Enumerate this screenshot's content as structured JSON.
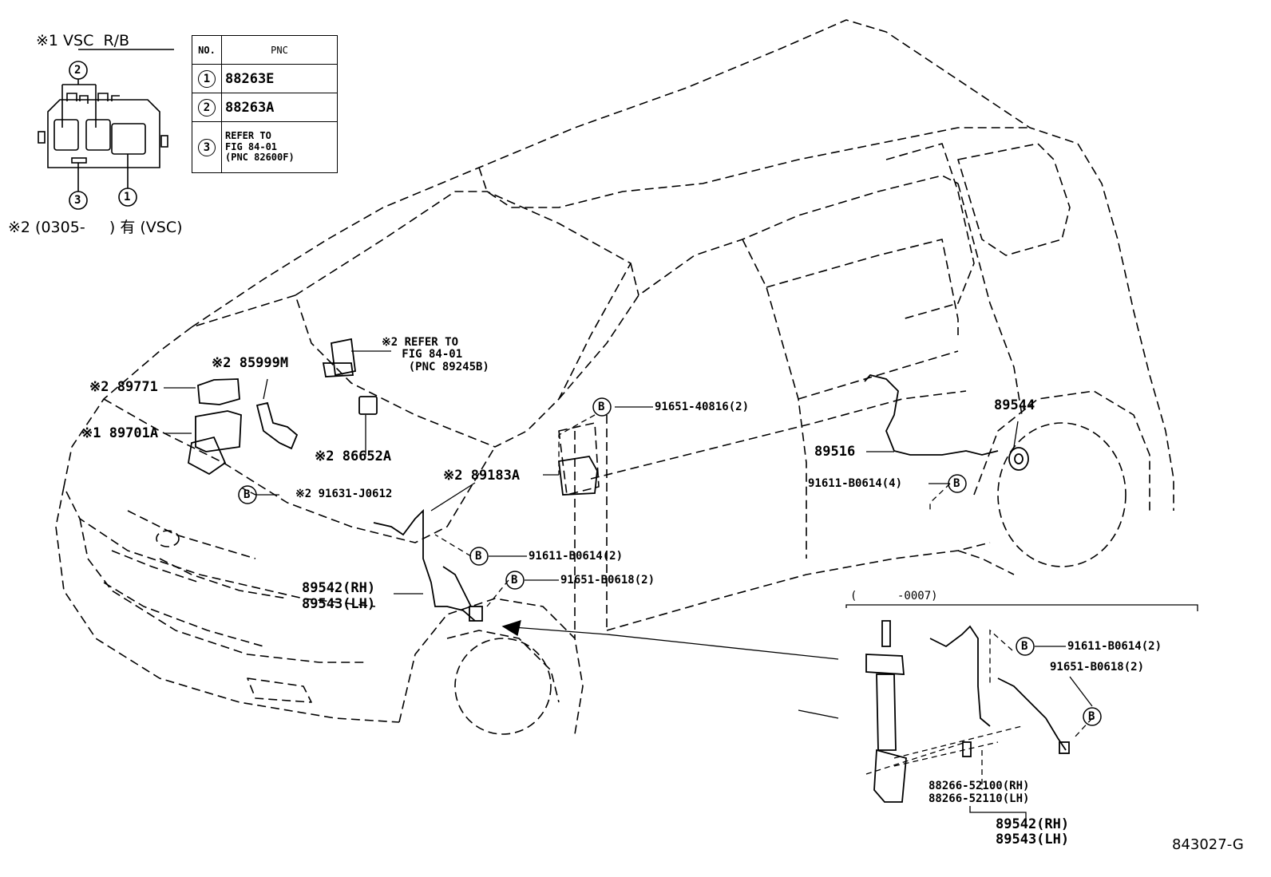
{
  "legend": {
    "vsc_rb": "※1 VSC  R/B",
    "condition": "※2 (0305-     ) 有 (VSC)",
    "callouts": [
      "2",
      "3",
      "1"
    ]
  },
  "pnc_table": {
    "header_no": "NO.",
    "header_pnc": "PNC",
    "rows": [
      {
        "no": "1",
        "pnc": "88263E"
      },
      {
        "no": "2",
        "pnc": "88263A"
      },
      {
        "no": "3",
        "pnc": "REFER TO\nFIG 84-01\n(PNC 82600F)"
      }
    ]
  },
  "labels": {
    "ref_fig": "※2 REFER TO\n   FIG 84-01\n    (PNC 89245B)",
    "p85999m": "※2 85999M",
    "p89771": "※2 89771",
    "p89701a": "※1 89701A",
    "p86652a": "※2 86652A",
    "p91631": "※2 91631-J0612",
    "p91651_40816": "91651-40816(2)",
    "p89183a": "※2 89183A",
    "p91611_b0614_2": "91611-B0614(2)",
    "p91651_b0618_2": "91651-B0618(2)",
    "p89542_rh": "89542(RH)",
    "p89543_lh": "89543(LH)",
    "p89544": "89544",
    "p89516": "89516",
    "p91611_b0614_4": "91611-B0614(4)",
    "inset_range": "(      -0007)",
    "inset_91611": "91611-B0614(2)",
    "inset_91651": "91651-B0618(2)",
    "inset_88266_rh": "88266-52100(RH)",
    "inset_88266_lh": "88266-52110(LH)",
    "inset_89542": "89542(RH)",
    "inset_89543": "89543(LH)",
    "bolt_symbol": "B",
    "figure_id": "843027-G"
  }
}
